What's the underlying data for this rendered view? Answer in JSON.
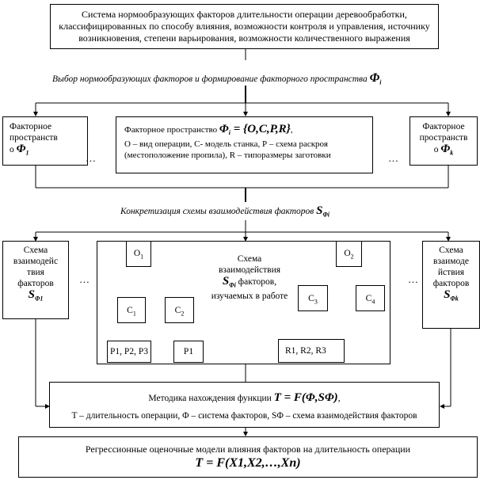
{
  "top_box": "Система нормообразующих факторов длительности операции деревообработки, классифицированных по способу влияния, возможности контроля и управления, источнику возникновения, степени варьирования, возможности количественного выражения",
  "caption1": "Выбор нормообразующих факторов и формирование факторного пространства",
  "caption1_math": "Φ",
  "caption1_sub": "i",
  "fs_left": {
    "label": "Факторное пространств",
    "suffix": "о",
    "math": "Φ",
    "sub": "1"
  },
  "fs_center": {
    "label": "Факторное пространство",
    "formula": "Φ",
    "formula_sub": "i",
    "formula_rest": " = {O,C,P,R}",
    "comma": ",",
    "desc": "О – вид операции, С- модель станка, Р – схема раскроя (местоположение пропила), R – типоразмеры заготовки"
  },
  "fs_right": {
    "label": "Факторное пространств",
    "suffix": "о",
    "math": "Φ",
    "sub": "k"
  },
  "ellipsis": "…",
  "caption2": "Конкретизация схемы взаимодействия факторов",
  "caption2_math": "S",
  "caption2_sub": "Φi",
  "scheme_left": {
    "label": "Схема взаимодейс твия факторов",
    "math": "S",
    "sub": "Φ1"
  },
  "scheme_right": {
    "label": "Схема взаимоде йствия факторов",
    "math": "S",
    "sub": "Φk"
  },
  "scheme_center": {
    "label_top": "Схема взаимодействия",
    "math": "S",
    "sub": "Φi",
    "label_bottom": "факторов, изучаемых в работе"
  },
  "nodes": {
    "o1": "O",
    "o1s": "1",
    "o2": "O",
    "o2s": "2",
    "c1": "C",
    "c1s": "1",
    "c2": "C",
    "c2s": "2",
    "c3": "C",
    "c3s": "3",
    "c4": "C",
    "c4s": "4",
    "p123": "P1, P2, P3",
    "p1": "P1",
    "r123": "R1, R2, R3"
  },
  "method": {
    "label": "Методика нахождения функции",
    "formula": "T = F(Φ,SΦ)",
    "comma": ",",
    "desc": "T – длительность операции, Φ – система факторов, SΦ – схема взаимодействия факторов"
  },
  "regression": {
    "label": "Регрессионные оценочные модели влияния факторов на длительность операции",
    "formula": "T = F(X1,X2,…,Xn)"
  }
}
